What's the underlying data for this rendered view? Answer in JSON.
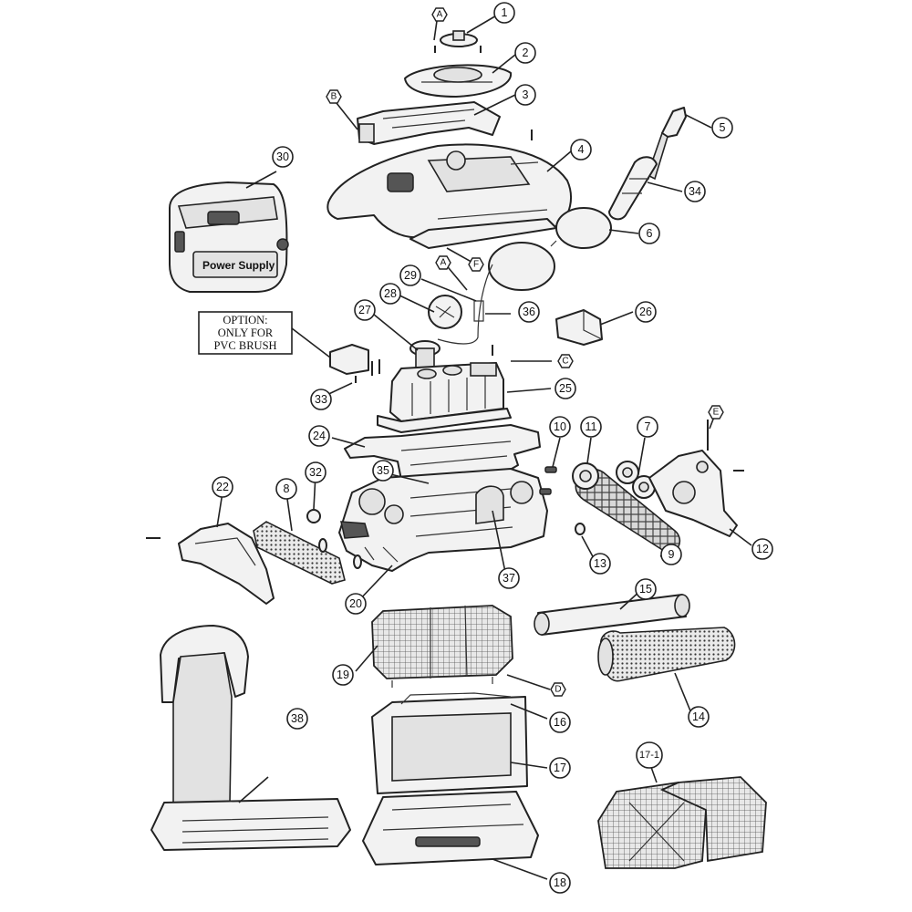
{
  "diagram": {
    "power_supply_label": "Power Supply",
    "note_lines": [
      "OPTION:",
      "ONLY FOR",
      "PVC BRUSH"
    ],
    "callouts": [
      {
        "id": "c1",
        "label": "1"
      },
      {
        "id": "c2",
        "label": "2"
      },
      {
        "id": "c3",
        "label": "3"
      },
      {
        "id": "c4",
        "label": "4"
      },
      {
        "id": "c5",
        "label": "5"
      },
      {
        "id": "c6",
        "label": "6"
      },
      {
        "id": "c7",
        "label": "7"
      },
      {
        "id": "c8",
        "label": "8"
      },
      {
        "id": "c9",
        "label": "9"
      },
      {
        "id": "c10",
        "label": "10"
      },
      {
        "id": "c11",
        "label": "11"
      },
      {
        "id": "c12",
        "label": "12"
      },
      {
        "id": "c13",
        "label": "13"
      },
      {
        "id": "c14",
        "label": "14"
      },
      {
        "id": "c15",
        "label": "15"
      },
      {
        "id": "c16",
        "label": "16"
      },
      {
        "id": "c17",
        "label": "17"
      },
      {
        "id": "c171",
        "label": "17-1"
      },
      {
        "id": "c18",
        "label": "18"
      },
      {
        "id": "c19",
        "label": "19"
      },
      {
        "id": "c20",
        "label": "20"
      },
      {
        "id": "c22",
        "label": "22"
      },
      {
        "id": "c24",
        "label": "24"
      },
      {
        "id": "c25",
        "label": "25"
      },
      {
        "id": "c26",
        "label": "26"
      },
      {
        "id": "c27",
        "label": "27"
      },
      {
        "id": "c28",
        "label": "28"
      },
      {
        "id": "c29",
        "label": "29"
      },
      {
        "id": "c30",
        "label": "30"
      },
      {
        "id": "c32",
        "label": "32"
      },
      {
        "id": "c33",
        "label": "33"
      },
      {
        "id": "c34",
        "label": "34"
      },
      {
        "id": "c35",
        "label": "35"
      },
      {
        "id": "c36",
        "label": "36"
      },
      {
        "id": "c37",
        "label": "37"
      },
      {
        "id": "c38",
        "label": "38"
      }
    ],
    "fastener_keys": [
      {
        "id": "kA1",
        "label": "A"
      },
      {
        "id": "kA2",
        "label": "A"
      },
      {
        "id": "kB",
        "label": "B"
      },
      {
        "id": "kC",
        "label": "C"
      },
      {
        "id": "kD",
        "label": "D"
      },
      {
        "id": "kE",
        "label": "E"
      },
      {
        "id": "kF",
        "label": "F"
      }
    ]
  }
}
